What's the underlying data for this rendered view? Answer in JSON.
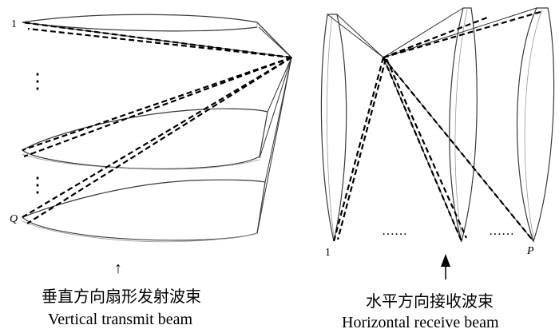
{
  "left": {
    "beam_top_label": "1",
    "beam_bottom_label": "Q",
    "ellipsis_upper": "⋮",
    "ellipsis_lower": "⋮",
    "arrow_glyph": "↑",
    "caption_cn": "垂直方向扇形发射波束",
    "caption_en": "Vertical transmit beam"
  },
  "right": {
    "beam_left_label": "1",
    "beam_right_label": "P",
    "ellipsis_mid": "……",
    "ellipsis_right": "……",
    "caption_cn": "水平方向接收波束",
    "caption_en": "Horizontal receive beam"
  }
}
